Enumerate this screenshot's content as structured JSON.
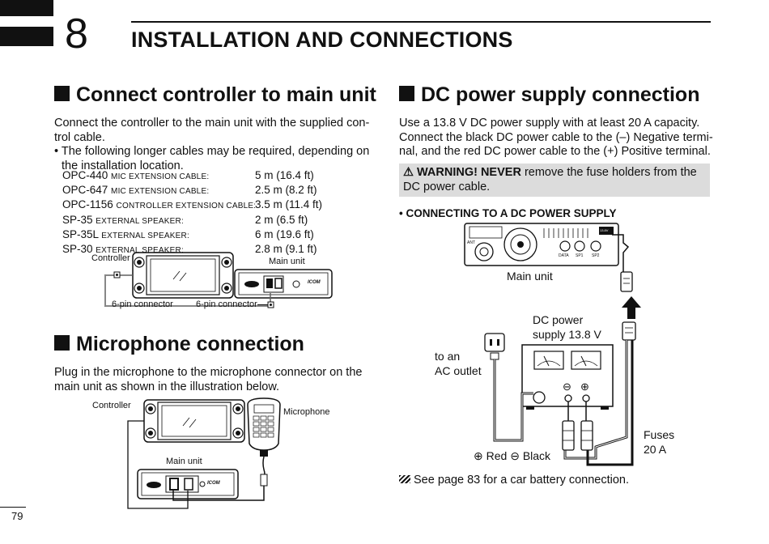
{
  "chapter": {
    "number": "8",
    "title": "INSTALLATION AND CONNECTIONS"
  },
  "sec_controller": {
    "title": "Connect controller to main unit",
    "para1": "Connect the controller to the main unit with the supplied con-",
    "para2": "trol cable.",
    "bullet1": "• The following longer cables may be required, depending on",
    "bullet2": "the installation location.",
    "cables": [
      {
        "name": "OPC-440",
        "desc": "mic extension cable:",
        "len": "5 m (16.4 ft)"
      },
      {
        "name": "OPC-647",
        "desc": "mic extension cable:",
        "len": "2.5 m (8.2 ft)"
      },
      {
        "name": "OPC-1156",
        "desc": "controller extension cable:",
        "len": "3.5 m (11.4 ft)"
      },
      {
        "name": "SP-35",
        "desc": "external speaker:",
        "len": "2 m (6.5 ft)"
      },
      {
        "name": "SP-35L",
        "desc": "external speaker:",
        "len": "6 m (19.6 ft)"
      },
      {
        "name": "SP-30",
        "desc": "external speaker:",
        "len": "2.8 m (9.1 ft)"
      }
    ],
    "fig_controller": "Controller",
    "fig_main_unit": "Main unit",
    "fig_conn_left": "6-pin connector",
    "fig_conn_right": "6-pin connector",
    "brand": "ICOM"
  },
  "sec_mic": {
    "title": "Microphone connection",
    "para1": "Plug in the microphone to the microphone connector on the",
    "para2": "main unit as shown in the illustration below.",
    "fig_controller": "Controller",
    "fig_microphone": "Microphone",
    "fig_main_unit": "Main unit",
    "brand": "ICOM"
  },
  "sec_dc": {
    "title": "DC power supply connection",
    "para1": "Use a 13.8 V DC power supply with at least 20 A capacity.",
    "para2": "Connect the black DC power cable to the (–) Negative termi-",
    "para3": "nal, and the red DC power cable to the (+) Positive terminal.",
    "warning_prefix": "⚠ WARNING! NEVER",
    "warning_rest1": " remove the fuse holders from the",
    "warning_rest2": "DC power cable.",
    "subhead": "• CONNECTING TO A DC POWER SUPPLY",
    "fig_main_unit": "Main unit",
    "fig_ant": "ANT",
    "fig_data": "DATA",
    "fig_sp1": "SP1",
    "fig_sp2": "SP2",
    "fig_dc_label": "13.8V",
    "fig_dc_power1": "DC power",
    "fig_dc_power2": "supply 13.8 V",
    "fig_ac1": "to an",
    "fig_ac2": "AC outlet",
    "fig_minus": "⊖",
    "fig_plus": "⊕",
    "fig_fuses1": "Fuses",
    "fig_fuses2": "20 A",
    "fig_redblack": "⊕ Red ⊖ Black",
    "note": "See page 83 for a car battery connection."
  },
  "page": {
    "number": "79"
  }
}
